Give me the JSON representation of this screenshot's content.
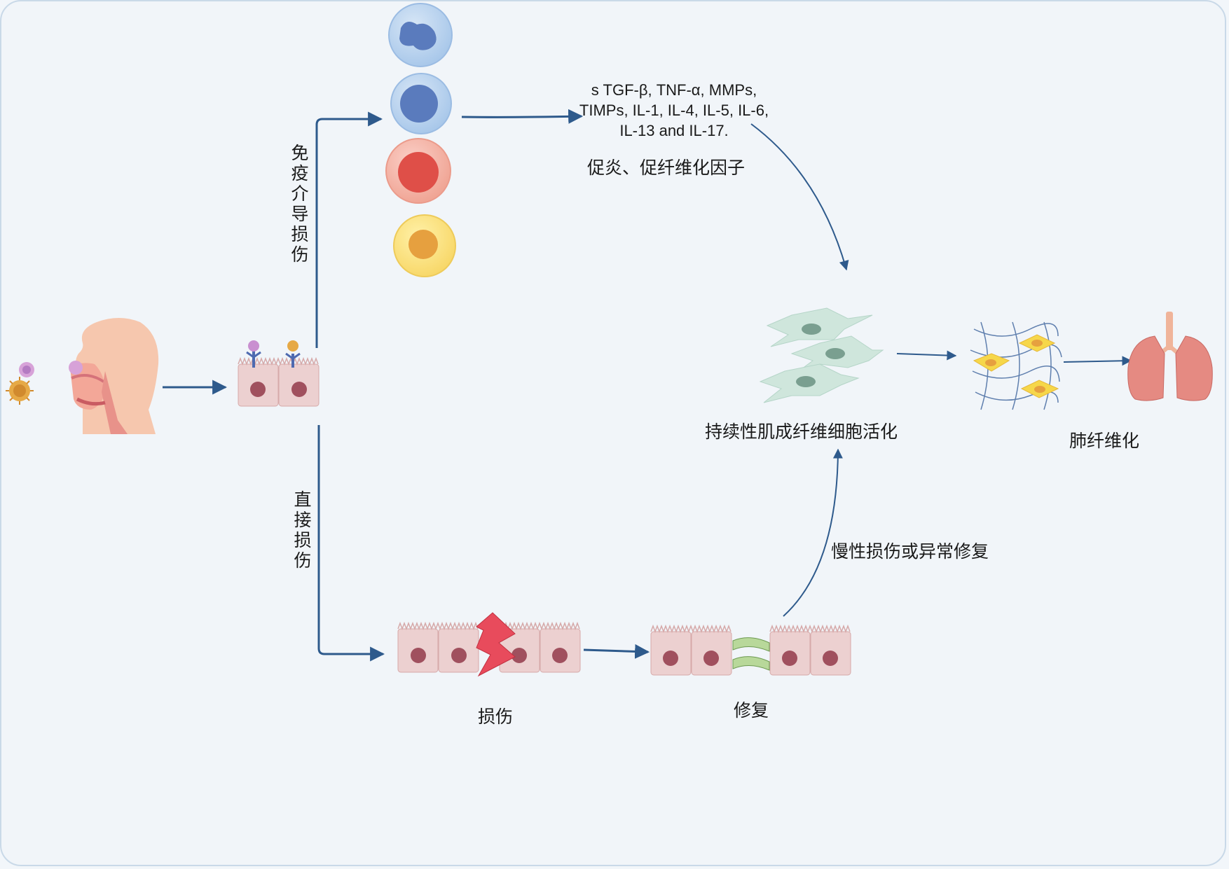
{
  "immune_path_label": "免疫介导损伤",
  "direct_path_label": "直接损伤",
  "cytokines_text": "s TGF-β, TNF-α, MMPs, TIMPs, IL-1, IL-4, IL-5, IL-6, IL-13 and IL-17.",
  "cytokine_caption": "促炎、促纤维化因子",
  "myofibroblast_label": "持续性肌成纤维细胞活化",
  "lung_fibrosis_label": "肺纤维化",
  "injury_label": "损伤",
  "repair_label": "修复",
  "chronic_label": "慢性损伤或异常修复",
  "colors": {
    "arrow": "#2e5a8c",
    "cell_wall": "#e5c1c1",
    "cell_nucleus": "#a0505e",
    "lightning": "#e84b5c"
  }
}
